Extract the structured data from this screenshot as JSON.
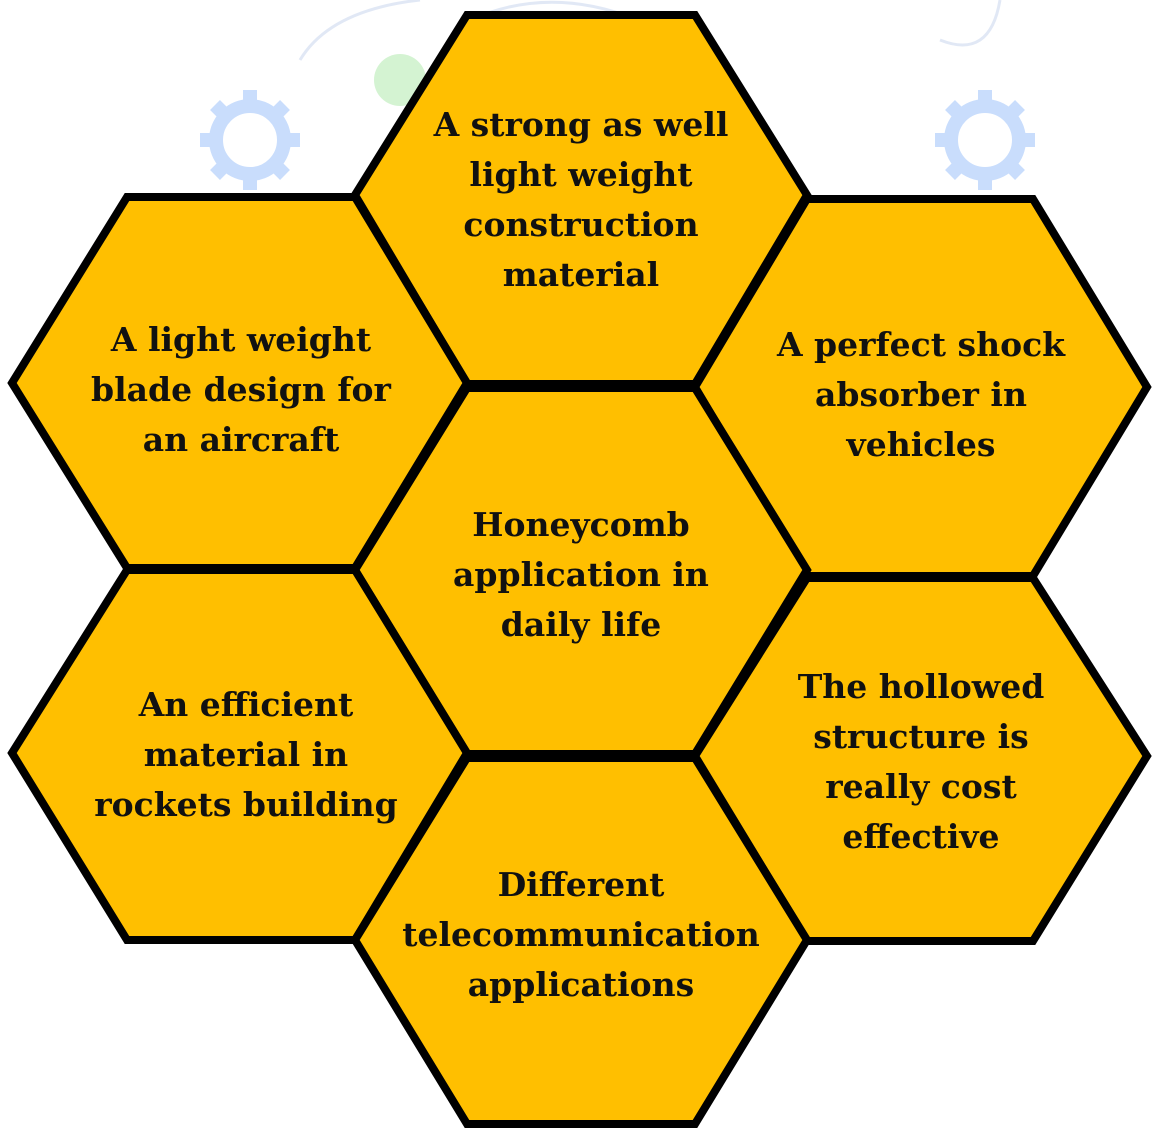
{
  "colors": {
    "hex_fill": "#FFBF00",
    "hex_stroke": "#000000",
    "watermark_blue": "#9DC3FA",
    "watermark_green": "#8FE08A",
    "text": "#111111"
  },
  "watermark": {
    "icons": [
      "gear-icon",
      "gear-icon",
      "light-bulb-icon"
    ]
  },
  "hexagons": {
    "top": {
      "label": "A strong as well\nlight weight\nconstruction\nmaterial"
    },
    "upper_left": {
      "label": "A light weight\nblade design for\nan aircraft"
    },
    "upper_right": {
      "label": "A perfect shock\nabsorber in\nvehicles"
    },
    "center": {
      "label": "Honeycomb\napplication in\ndaily life"
    },
    "lower_left": {
      "label": "An efficient\nmaterial in\nrockets building"
    },
    "lower_right": {
      "label": "The hollowed\nstructure is\nreally cost\neffective"
    },
    "bottom": {
      "label": "Different\ntelecommunication\napplications"
    }
  }
}
